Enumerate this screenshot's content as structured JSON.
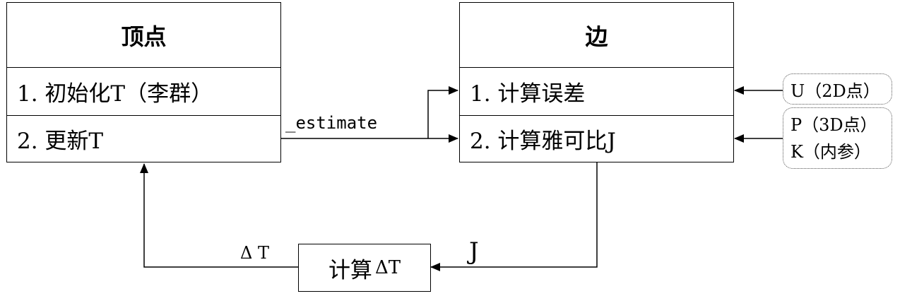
{
  "vertex": {
    "title": "顶点",
    "rows": [
      "1. 初始化T（李群）",
      "2. 更新T"
    ]
  },
  "edge": {
    "title": "边",
    "rows": [
      "1. 计算误差",
      "2. 计算雅可比J"
    ]
  },
  "inputs": {
    "top": "U（2D点）",
    "bottom_line1": "P（3D点）",
    "bottom_line2": "K（内参）"
  },
  "compute": {
    "label": "计算",
    "symbol": "ΔT"
  },
  "labels": {
    "estimate": "_estimate",
    "jacobian": "J",
    "delta": "Δ T"
  },
  "colors": {
    "line": "#000000",
    "background": "#ffffff"
  }
}
